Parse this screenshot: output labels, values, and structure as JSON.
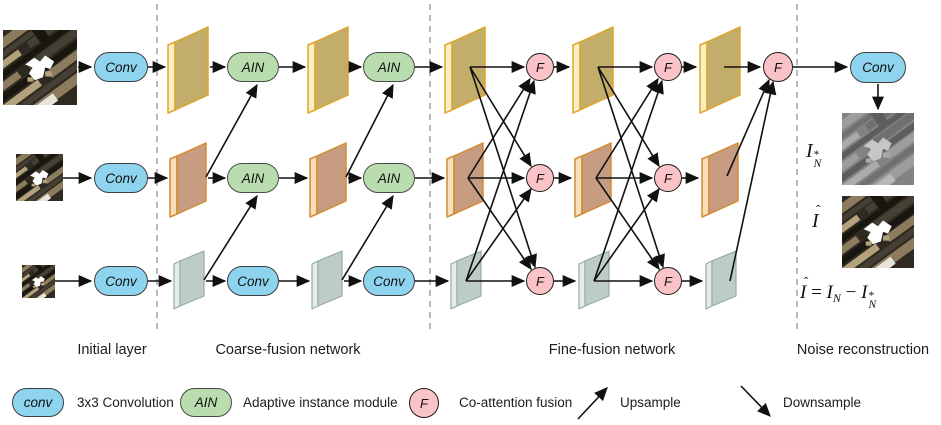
{
  "diagram": {
    "sections": [
      {
        "label": "Initial layer"
      },
      {
        "label": "Coarse-fusion network"
      },
      {
        "label": "Fine-fusion network"
      },
      {
        "label": "Noise reconstruction"
      }
    ],
    "nodes": {
      "conv": "Conv",
      "ain": "AIN",
      "fusion": "F"
    },
    "outputs": {
      "noise_map": {
        "base": "I",
        "sup": "*",
        "sub": "N"
      },
      "denoised": {
        "base": "I",
        "hat": "ˆ"
      },
      "equation": {
        "lhs": "I",
        "lhs_hat": "ˆ",
        "eq": "=",
        "r1": "I",
        "r1_sub": "N",
        "minus": "−",
        "r2": "I",
        "r2_sup": "*",
        "r2_sub": "N"
      }
    },
    "legend": {
      "conv": {
        "symbol": "conv",
        "label": "3x3 Convolution"
      },
      "ain": {
        "symbol": "AIN",
        "label": "Adaptive instance module"
      },
      "fusion": {
        "symbol": "F",
        "label": "Co-attention fusion"
      },
      "upsample": {
        "label": "Upsample"
      },
      "downsample": {
        "label": "Downsample"
      }
    },
    "colors": {
      "conv_fill": "#8ed4ef",
      "ain_fill": "#b9ddaf",
      "fusion_fill": "#f9c3c7",
      "scale1_face": "#c3ad6b",
      "scale1_edge": "#f8efc6",
      "scale1_border": "#dfa62a",
      "scale2_face": "#c79c80",
      "scale2_edge": "#f9ddba",
      "scale2_border": "#d08d34",
      "scale3_face": "#bdccc6",
      "scale3_edge": "#e3ece8",
      "scale3_border": "#97aba5"
    }
  }
}
